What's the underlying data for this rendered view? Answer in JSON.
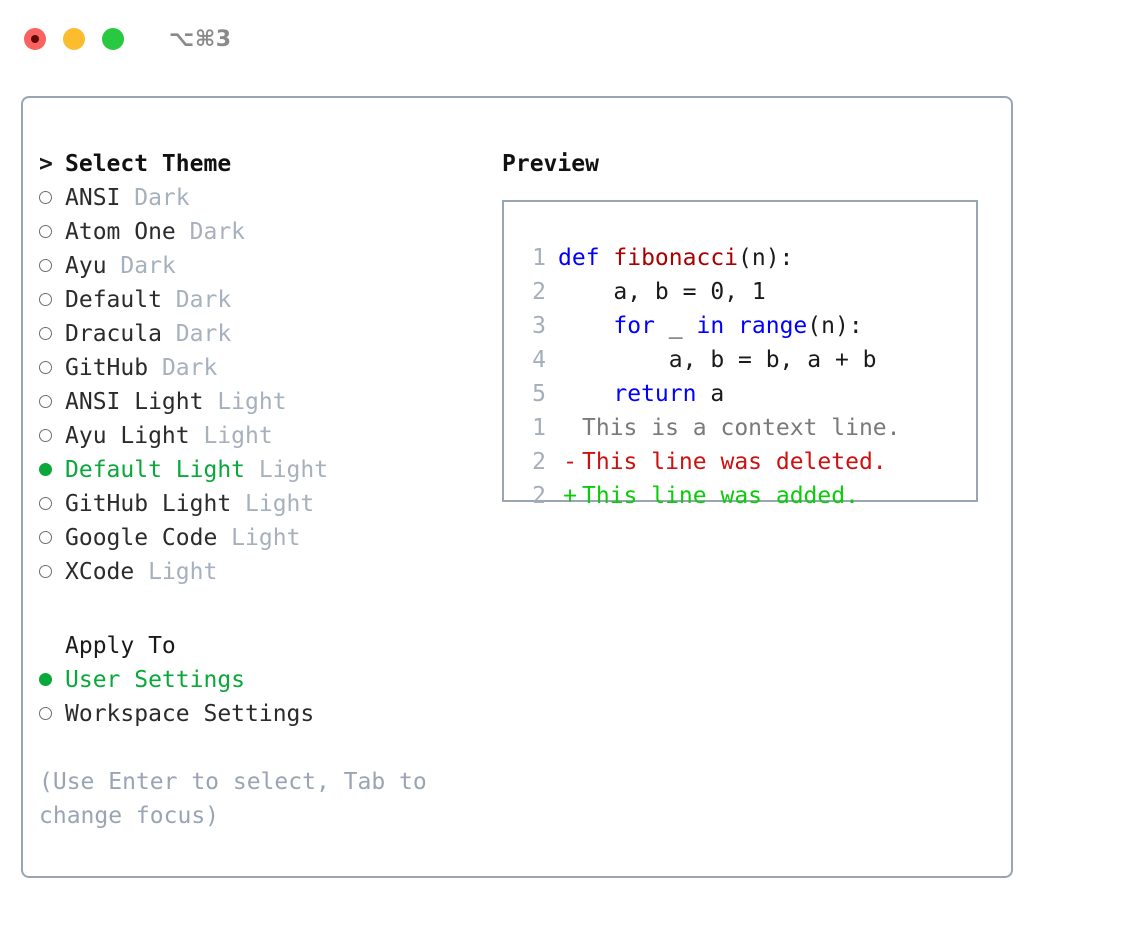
{
  "titlebar": {
    "shortcut": "⌥⌘3",
    "lights": [
      {
        "name": "close-button",
        "color": "#f9625e"
      },
      {
        "name": "minimize-button",
        "color": "#fbbd2e"
      },
      {
        "name": "maximize-button",
        "color": "#28c840"
      }
    ]
  },
  "theme_picker": {
    "header_marker": ">",
    "header_label": "Select Theme",
    "items": [
      {
        "marker": "○",
        "name": "ANSI",
        "kind": "Dark",
        "selected": false
      },
      {
        "marker": "○",
        "name": "Atom One",
        "kind": "Dark",
        "selected": false
      },
      {
        "marker": "○",
        "name": "Ayu",
        "kind": "Dark",
        "selected": false
      },
      {
        "marker": "○",
        "name": "Default",
        "kind": "Dark",
        "selected": false
      },
      {
        "marker": "○",
        "name": "Dracula",
        "kind": "Dark",
        "selected": false
      },
      {
        "marker": "○",
        "name": "GitHub",
        "kind": "Dark",
        "selected": false
      },
      {
        "marker": "○",
        "name": "ANSI Light",
        "kind": "Light",
        "selected": false
      },
      {
        "marker": "○",
        "name": "Ayu Light",
        "kind": "Light",
        "selected": false
      },
      {
        "marker": "●",
        "name": "Default Light",
        "kind": "Light",
        "selected": true
      },
      {
        "marker": "○",
        "name": "GitHub Light",
        "kind": "Light",
        "selected": false
      },
      {
        "marker": "○",
        "name": "Google Code",
        "kind": "Light",
        "selected": false
      },
      {
        "marker": "○",
        "name": "XCode",
        "kind": "Light",
        "selected": false
      }
    ]
  },
  "apply_to": {
    "title": "Apply To",
    "options": [
      {
        "marker": "●",
        "label": "User Settings",
        "selected": true
      },
      {
        "marker": "○",
        "label": "Workspace Settings",
        "selected": false
      }
    ]
  },
  "hint": "(Use Enter to select, Tab to change focus)",
  "preview": {
    "title": "Preview",
    "code_lines": [
      {
        "no": "1",
        "tokens": [
          {
            "t": "def ",
            "c": "kw"
          },
          {
            "t": "fibonacci",
            "c": "fn"
          },
          {
            "t": "(n):",
            "c": "plain"
          }
        ]
      },
      {
        "no": "2",
        "tokens": [
          {
            "t": "    a, b = 0, 1",
            "c": "plain"
          }
        ]
      },
      {
        "no": "3",
        "tokens": [
          {
            "t": "    ",
            "c": "plain"
          },
          {
            "t": "for",
            "c": "kw"
          },
          {
            "t": " _ ",
            "c": "plain"
          },
          {
            "t": "in",
            "c": "kw"
          },
          {
            "t": " ",
            "c": "plain"
          },
          {
            "t": "range",
            "c": "kw"
          },
          {
            "t": "(n):",
            "c": "plain"
          }
        ]
      },
      {
        "no": "4",
        "tokens": [
          {
            "t": "        a, b = b, a + b",
            "c": "plain"
          }
        ]
      },
      {
        "no": "5",
        "tokens": [
          {
            "t": "    ",
            "c": "plain"
          },
          {
            "t": "return",
            "c": "kw"
          },
          {
            "t": " a",
            "c": "plain"
          }
        ]
      }
    ],
    "diff_lines": [
      {
        "no": "1",
        "sign": " ",
        "text": "This is a context line.",
        "kind": "ctx"
      },
      {
        "no": "2",
        "sign": "-",
        "text": "This line was deleted.",
        "kind": "del"
      },
      {
        "no": "2",
        "sign": "+",
        "text": "This line was added.",
        "kind": "add"
      }
    ]
  },
  "colors": {
    "accent_green": "#0aa83a",
    "muted": "#a7b0bd",
    "border": "#9aa5b4",
    "keyword_blue": "#0000ff",
    "function_red": "#aa0000",
    "diff_delete": "#cc1111",
    "diff_add": "#0bcc0b"
  }
}
